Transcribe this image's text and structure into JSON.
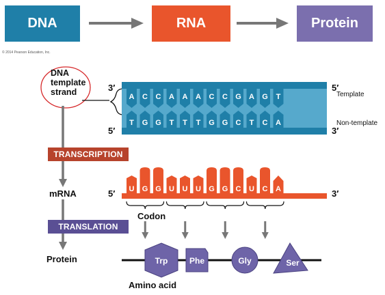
{
  "top_flow": {
    "dna": "DNA",
    "rna": "RNA",
    "protein": "Protein"
  },
  "copyright": "© 2014 Pearson Education, Inc.",
  "dna_template_label": [
    "DNA",
    "template",
    "strand"
  ],
  "template_strand": {
    "prime_left": "3′",
    "prime_right": "5′",
    "bases": [
      "A",
      "C",
      "C",
      "A",
      "A",
      "A",
      "C",
      "C",
      "G",
      "A",
      "G",
      "T"
    ],
    "label": "Template"
  },
  "nontemplate_strand": {
    "prime_left": "5′",
    "prime_right": "3′",
    "bases": [
      "T",
      "G",
      "G",
      "T",
      "T",
      "T",
      "G",
      "G",
      "C",
      "T",
      "C",
      "A"
    ],
    "label": "Non-template"
  },
  "transcription": "TRANSCRIPTION",
  "mrna": {
    "label": "mRNA",
    "prime_left": "5′",
    "prime_right": "3′",
    "bases": [
      "U",
      "G",
      "G",
      "U",
      "U",
      "U",
      "G",
      "G",
      "C",
      "U",
      "C",
      "A"
    ]
  },
  "codon_label": "Codon",
  "translation": "TRANSLATION",
  "protein_label": "Protein",
  "amino_acids": [
    "Trp",
    "Phe",
    "Gly",
    "Ser"
  ],
  "amino_acid_label": "Amino acid",
  "colors": {
    "dna": "#1f7fa8",
    "rna": "#e9552c",
    "protein": "#7b6fae",
    "transcription": "#b7432c",
    "translation": "#5a4f94",
    "arrow": "#777777"
  }
}
